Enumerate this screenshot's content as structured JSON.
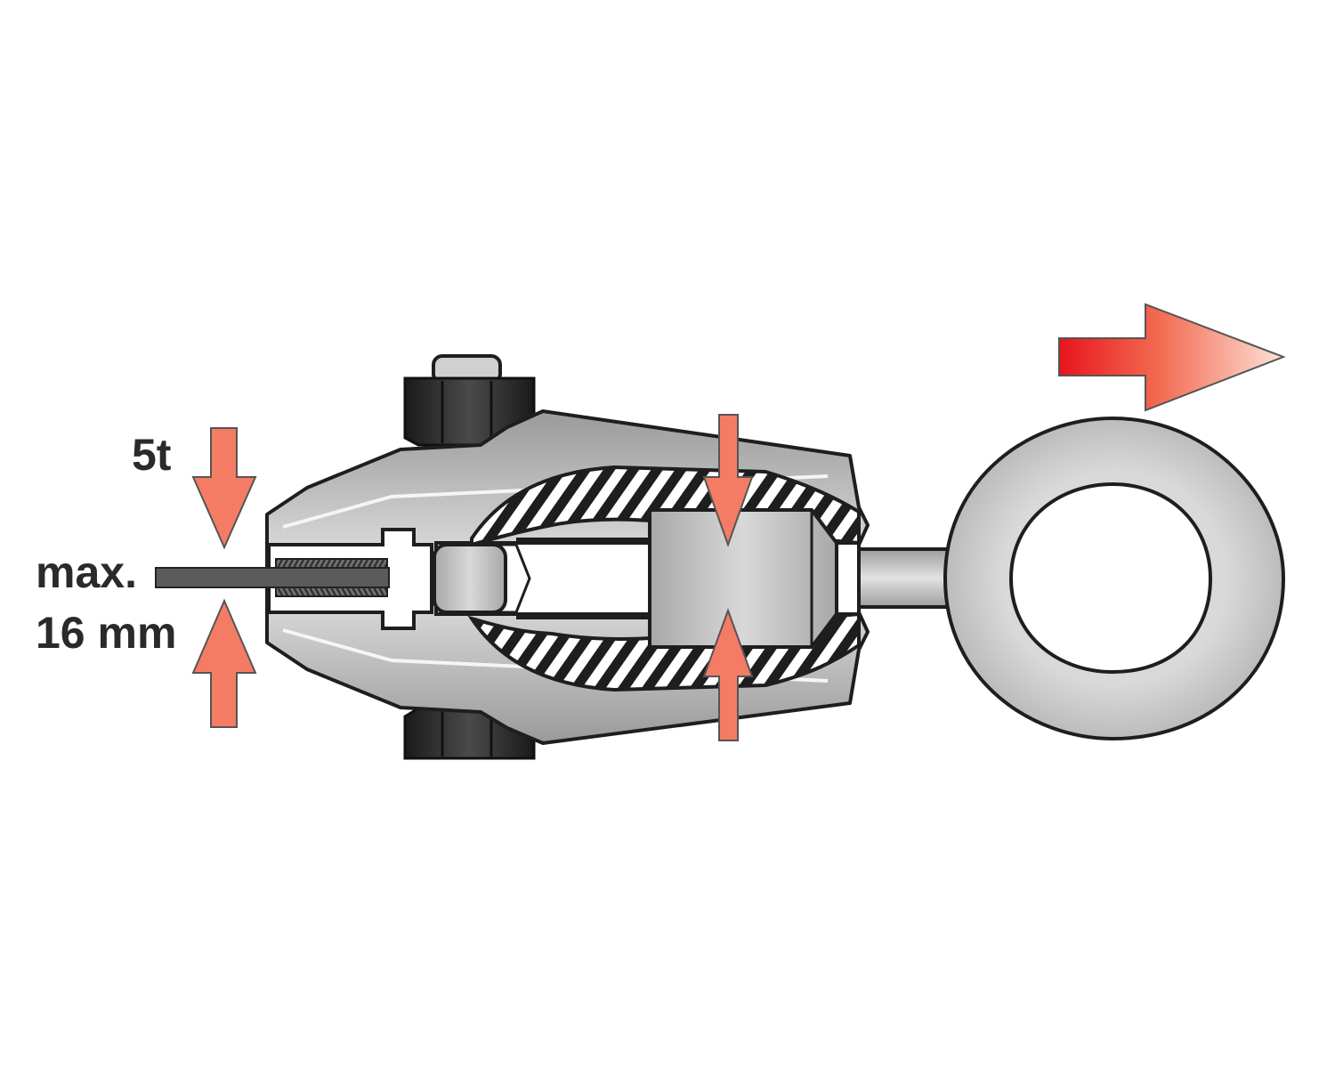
{
  "labels": {
    "force": "5t",
    "max": "max.",
    "size": "16 mm"
  },
  "colors": {
    "arrow_fill": "#f47c65",
    "arrow_dark": "#e8151d",
    "arrow_light": "#fde3d9",
    "metal_light": "#e6e6e6",
    "metal_mid": "#bdbdbd",
    "metal_dark": "#8a8a8a",
    "outline": "#1e1e1e",
    "knob": "#2b2b2b"
  },
  "icons": [
    "pull-direction-arrow-icon",
    "clamp-force-arrow-icon",
    "eye-bolt-icon",
    "clamp-body-icon",
    "knob-icon"
  ]
}
